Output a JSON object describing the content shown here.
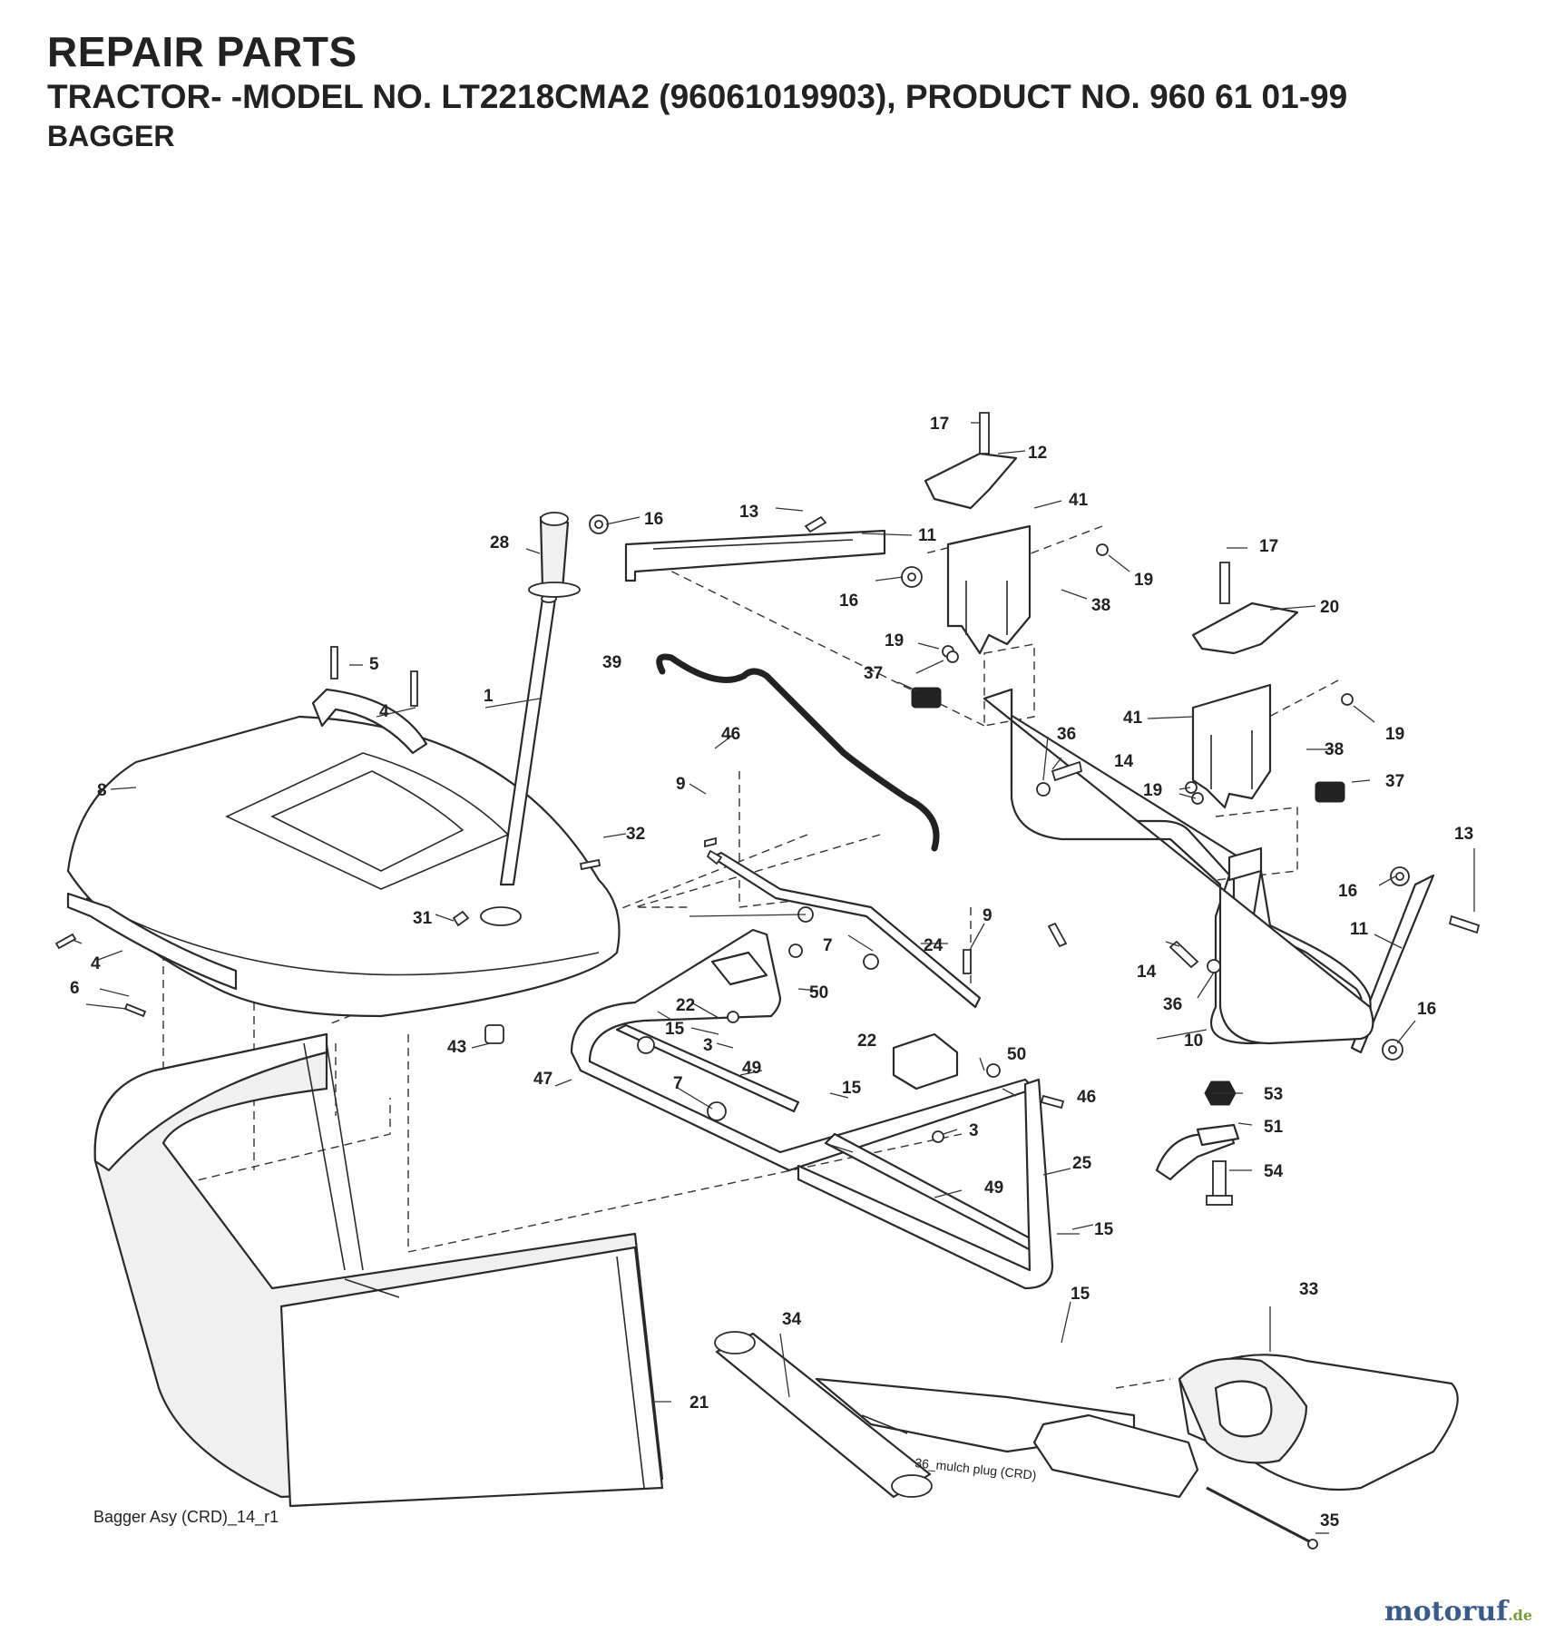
{
  "header": {
    "title": "REPAIR PARTS",
    "model_line": "TRACTOR- -MODEL NO. LT2218CMA2 (96061019903), PRODUCT NO. 960 61 01-99",
    "section": "BAGGER"
  },
  "callouts": [
    "1",
    "3",
    "3",
    "4",
    "4",
    "5",
    "6",
    "7",
    "7",
    "8",
    "9",
    "9",
    "10",
    "11",
    "11",
    "12",
    "13",
    "13",
    "14",
    "14",
    "15",
    "15",
    "15",
    "15",
    "16",
    "16",
    "16",
    "16",
    "17",
    "17",
    "19",
    "19",
    "19",
    "19",
    "20",
    "21",
    "22",
    "22",
    "24",
    "25",
    "28",
    "31",
    "32",
    "33",
    "34",
    "35",
    "36",
    "36",
    "37",
    "37",
    "38",
    "38",
    "39",
    "41",
    "41",
    "43",
    "46",
    "46",
    "47",
    "49",
    "49",
    "50",
    "50",
    "51",
    "53",
    "54"
  ],
  "notes": {
    "mulch_plug": "36_mulch plug (CRD)",
    "footer": "Bagger Asy (CRD)_14_r1"
  },
  "watermark": {
    "name": "motoruf",
    "suffix": ".de"
  }
}
